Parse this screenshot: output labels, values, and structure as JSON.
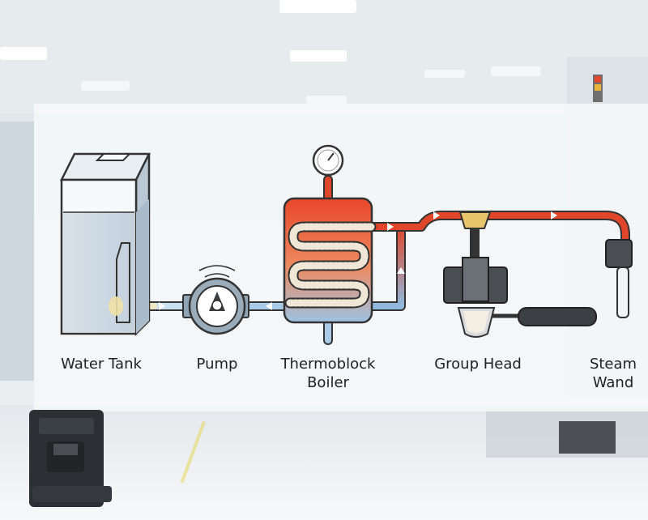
{
  "diagram": {
    "components": [
      {
        "id": "tank",
        "label": "Water Tank"
      },
      {
        "id": "pump",
        "label": "Pump"
      },
      {
        "id": "boiler",
        "label_line1": "Thermoblock",
        "label_line2": "Boiler"
      },
      {
        "id": "group",
        "label": "Group Head"
      },
      {
        "id": "wand",
        "label_line1": "Steam",
        "label_line2": "Wand"
      }
    ],
    "colors": {
      "cold": "#8fb9dd",
      "hot": "#e0472a",
      "panel": "#f4f6f7",
      "outline": "#333333"
    }
  }
}
